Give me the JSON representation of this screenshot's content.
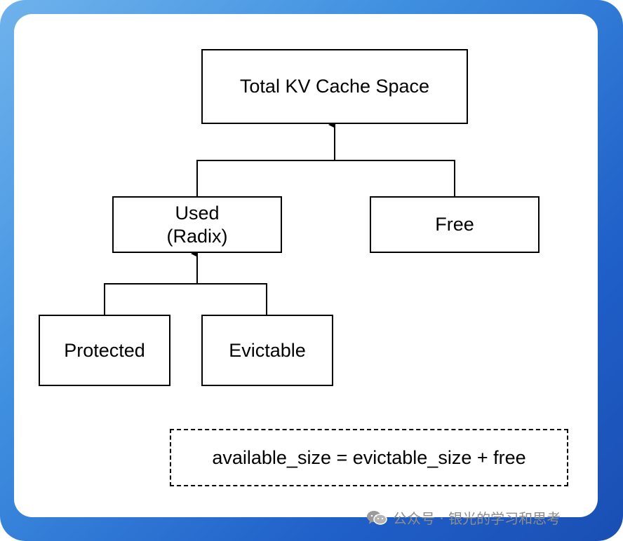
{
  "diagram": {
    "nodes": {
      "total": "Total KV Cache Space",
      "used": "Used\n(Radix)",
      "free": "Free",
      "protected": "Protected",
      "evictable": "Evictable"
    },
    "formula": "available_size = evictable_size + free"
  },
  "watermark": {
    "icon": "wechat-icon",
    "text": "公众号 · 银光的学习和思考"
  },
  "colors": {
    "frame_gradient_start": "#6fb3ec",
    "frame_gradient_end": "#1a4fb4",
    "card": "#ffffff",
    "stroke": "#000000",
    "watermark_text": "#8d8d8d"
  }
}
